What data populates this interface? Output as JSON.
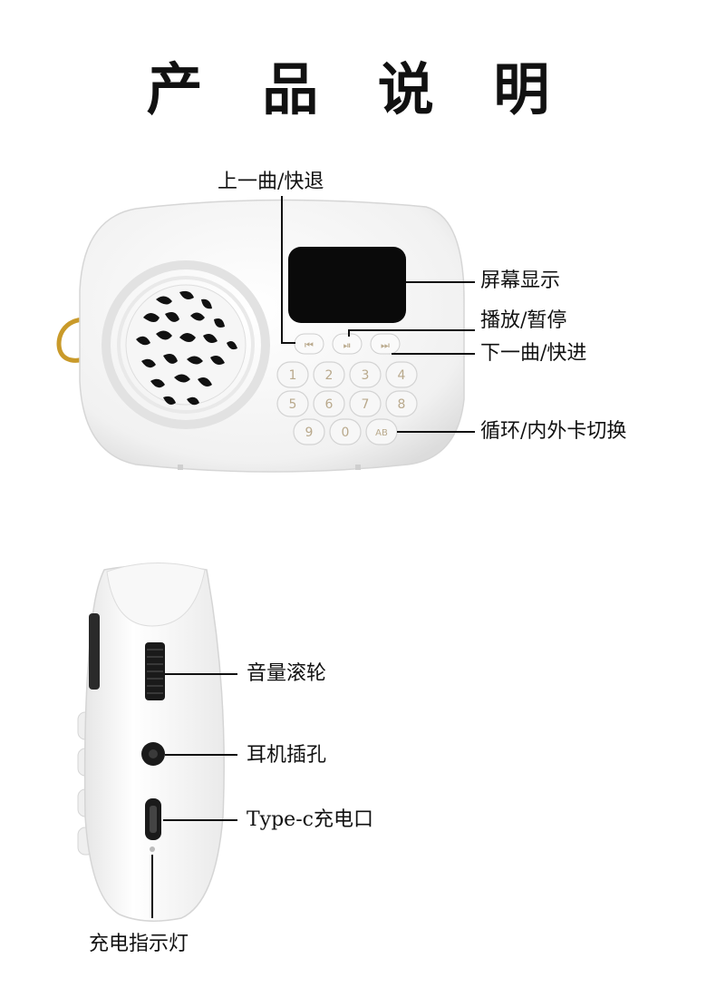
{
  "title": "产 品 说 明",
  "front_view": {
    "labels": {
      "prev": "上一曲/快退",
      "screen": "屏幕显示",
      "play": "播放/暂停",
      "next": "下一曲/快进",
      "mode": "循环/内外卡切换"
    },
    "keypad": [
      "1",
      "2",
      "3",
      "4",
      "5",
      "6",
      "7",
      "8",
      "9",
      "0",
      "AB"
    ]
  },
  "side_view": {
    "labels": {
      "volume": "音量滚轮",
      "earphone": "耳机插孔",
      "charge_port": "Type-c充电口",
      "indicator": "充电指示灯"
    }
  },
  "colors": {
    "body": "#f4f4f4",
    "outline": "#d8d8d8",
    "screen": "#0a0a0a",
    "button_text": "#b9a98c",
    "handle": "#c99a2a"
  }
}
